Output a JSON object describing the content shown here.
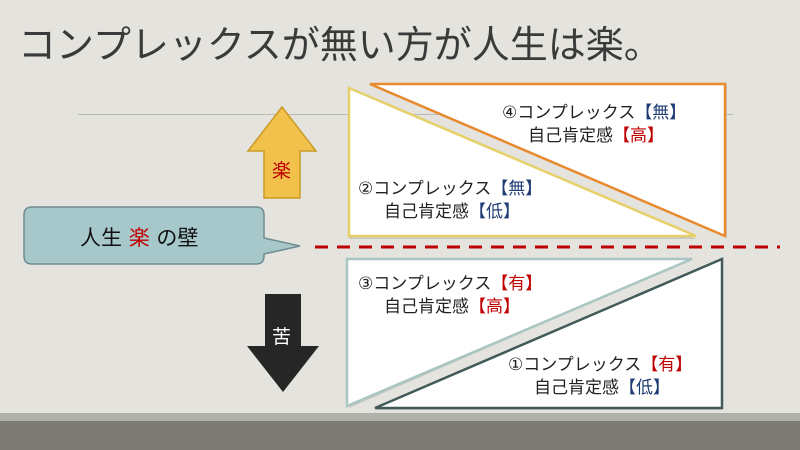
{
  "title": "コンプレックスが無い方が人生は楽。",
  "callout": {
    "pre": "人生",
    "highlight": "楽",
    "post": "の壁"
  },
  "up_arrow_label": "楽",
  "down_arrow_label": "苦",
  "boxes": [
    {
      "id": "4",
      "line1": "④コンプレックス",
      "tag1": "【無】",
      "line2": "自己肯定感",
      "tag2": "【高】"
    },
    {
      "id": "2",
      "line1": "②コンプレックス",
      "tag1": "【無】",
      "line2": "自己肯定感",
      "tag2": "【低】"
    },
    {
      "id": "3",
      "line1": "③コンプレックス",
      "tag1": "【有】",
      "line2": "自己肯定感",
      "tag2": "【高】"
    },
    {
      "id": "1",
      "line1": "①コンプレックス",
      "tag1": "【有】",
      "line2": "自己肯定感",
      "tag2": "【低】"
    }
  ],
  "colors": {
    "orange": "#e88a2e",
    "yellow": "#e7cf6a",
    "light_teal": "#a9c6c3",
    "dark_slate": "#435a5a",
    "callout_fill": "#a7c8cb",
    "dashed_red": "#c00000",
    "arrow_up_fill": "#f2c14b",
    "arrow_down_fill": "#262626"
  }
}
